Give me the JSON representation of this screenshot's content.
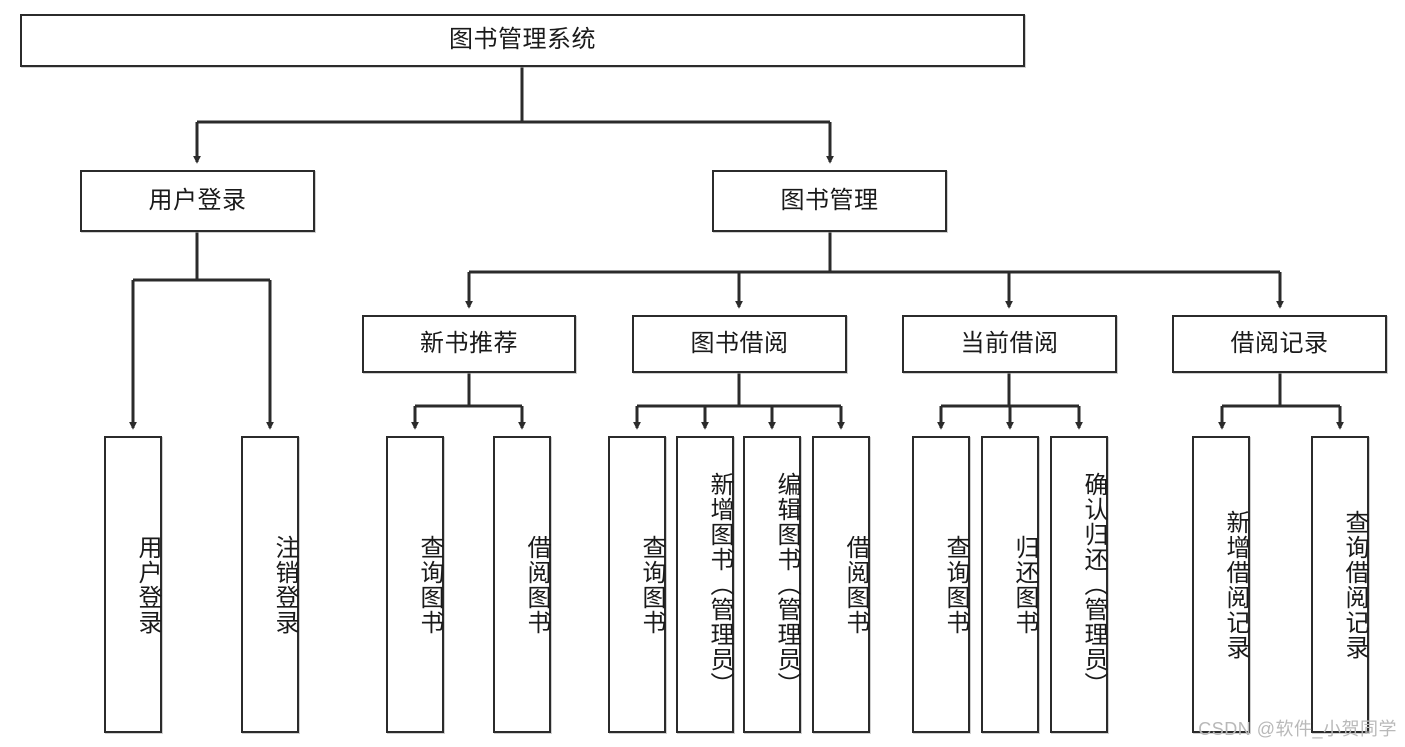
{
  "diagram": {
    "title": "图书管理系统",
    "type": "tree-hierarchy-diagram",
    "colors": {
      "box_border": "#2b2b2b",
      "box_fill": "#ffffff",
      "edge": "#2b2b2b",
      "text": "#1a1a1a",
      "watermark": "#b9b9b9"
    },
    "root": {
      "label": "图书管理系统"
    },
    "level2": [
      {
        "label": "用户登录"
      },
      {
        "label": "图书管理"
      }
    ],
    "level3": [
      {
        "label": "新书推荐"
      },
      {
        "label": "图书借阅"
      },
      {
        "label": "当前借阅"
      },
      {
        "label": "借阅记录"
      }
    ],
    "leaves": {
      "user_login": [
        {
          "label": "用户登录"
        },
        {
          "label": "注销登录"
        }
      ],
      "new_book_recommend": [
        {
          "label": "查询图书"
        },
        {
          "label": "借阅图书"
        }
      ],
      "book_borrow": [
        {
          "label": "查询图书"
        },
        {
          "label": "新增图书（管理员）"
        },
        {
          "label": "编辑图书（管理员）"
        },
        {
          "label": "借阅图书"
        }
      ],
      "current_borrow": [
        {
          "label": "查询图书"
        },
        {
          "label": "归还图书"
        },
        {
          "label": "确认归还（管理员）"
        }
      ],
      "borrow_records": [
        {
          "label": "新增借阅记录"
        },
        {
          "label": "查询借阅记录"
        }
      ]
    }
  },
  "watermark": {
    "text": "CSDN @软件_小贺同学"
  }
}
